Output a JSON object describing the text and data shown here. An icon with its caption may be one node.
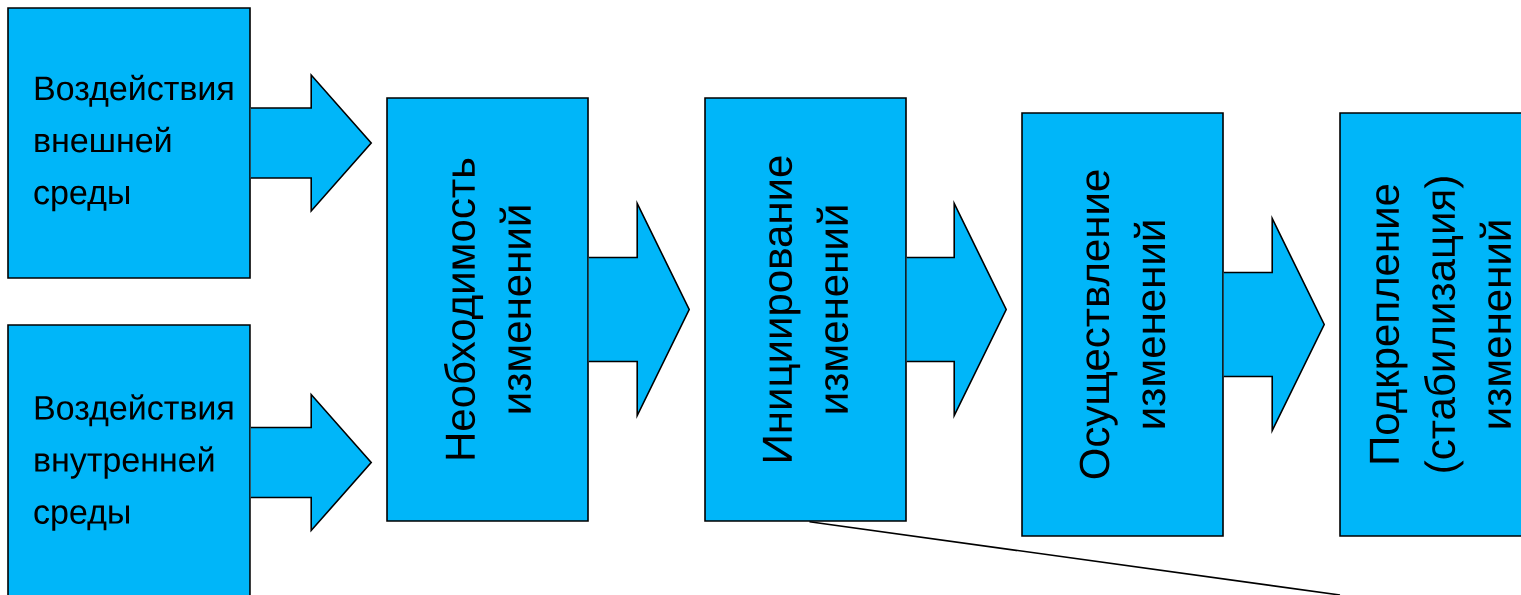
{
  "diagram": {
    "nodes": [
      {
        "text": [
          "Воздействия внешней среды"
        ]
      },
      {
        "text": [
          "Воздействия внутренней среды"
        ]
      },
      {
        "text": [
          "Необходимость изменений"
        ]
      },
      {
        "text": [
          "Инициирование изменений"
        ]
      },
      {
        "text": [
          "Осуществление изменений"
        ]
      },
      {
        "text": [
          "Подкрепление (стабилизация) изменений"
        ]
      }
    ],
    "edges": [
      {
        "from": 0,
        "to": 2,
        "arrow": "to"
      },
      {
        "from": 1,
        "to": 2,
        "arrow": "to"
      },
      {
        "from": 2,
        "to": 3,
        "arrow": "to"
      },
      {
        "from": 3,
        "to": 4,
        "arrow": "to"
      },
      {
        "from": 4,
        "to": 5,
        "arrow": "to"
      },
      {
        "from": 3,
        "to": null,
        "arrow": "none"
      }
    ]
  }
}
